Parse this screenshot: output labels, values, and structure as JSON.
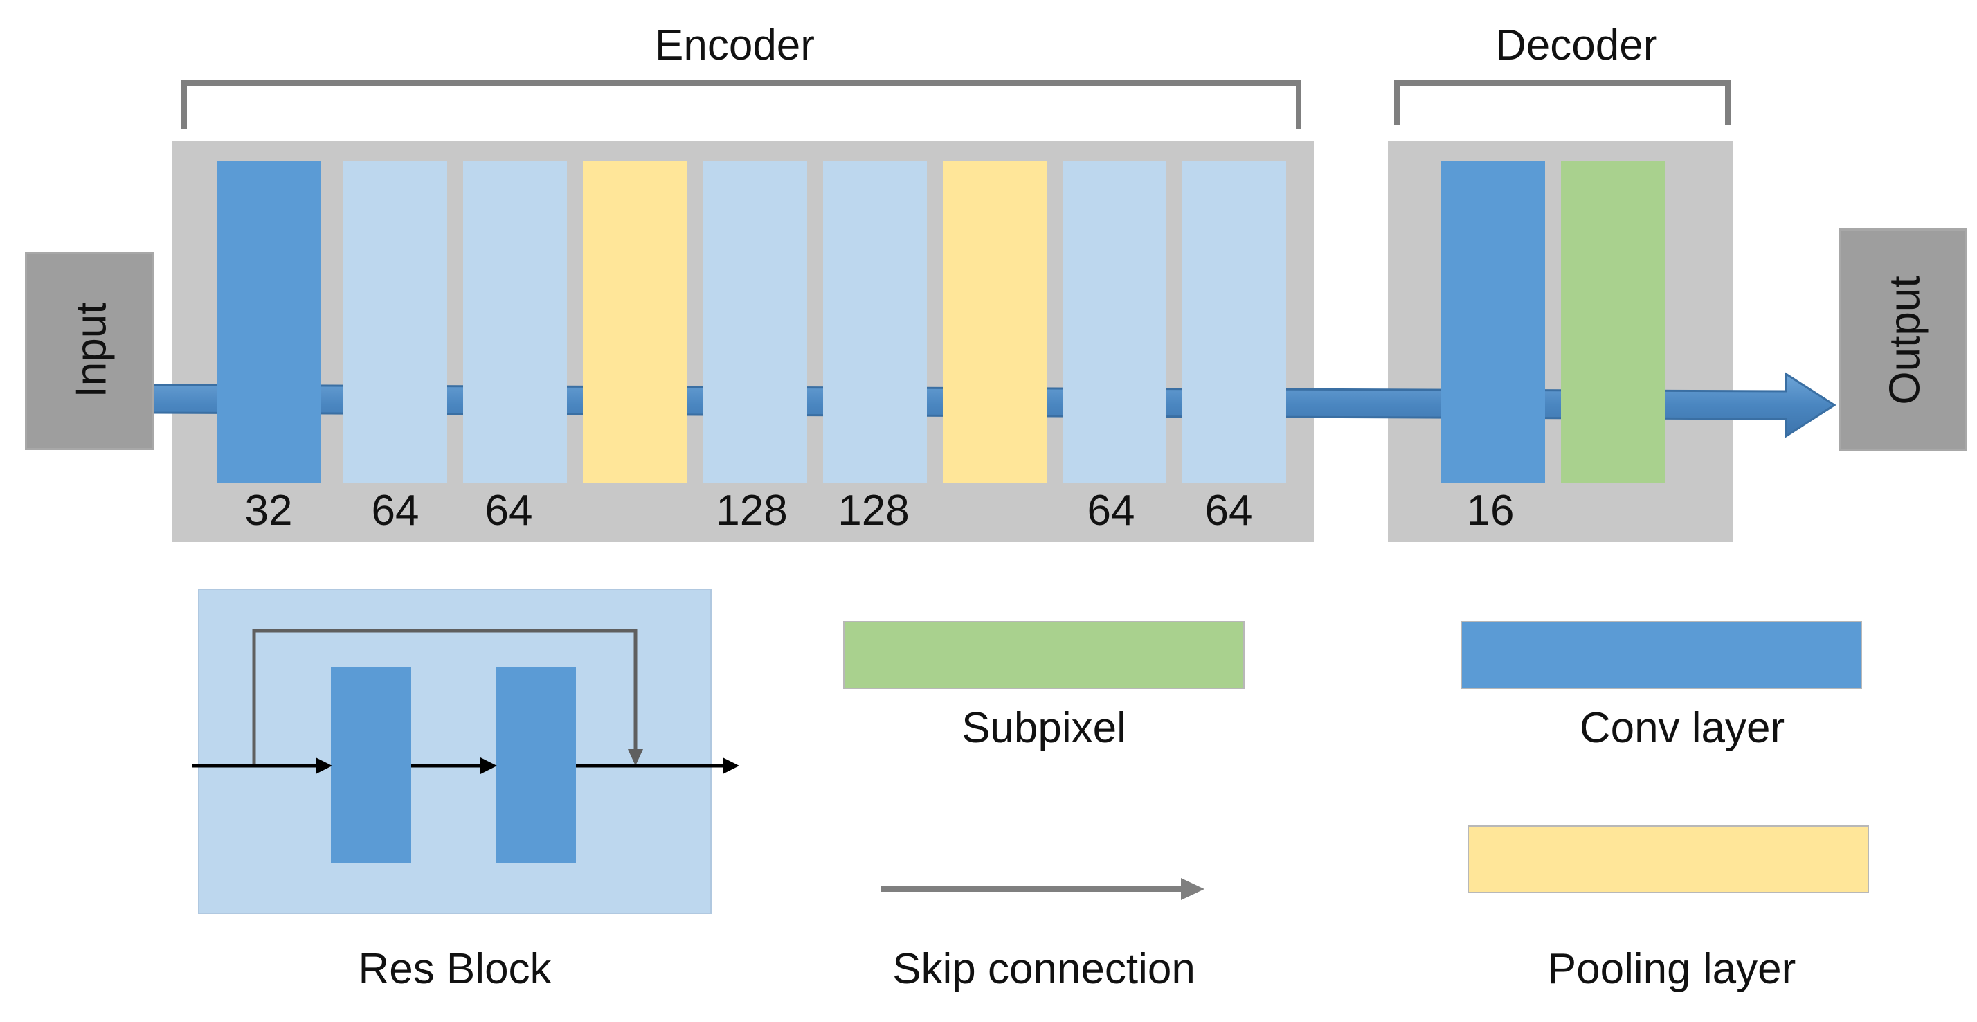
{
  "diagram": {
    "encoder_title": "Encoder",
    "decoder_title": "Decoder",
    "input_label": "Input",
    "output_label": "Output",
    "encoder_layers": [
      {
        "type": "conv",
        "channels": "32"
      },
      {
        "type": "res",
        "channels": "64"
      },
      {
        "type": "res",
        "channels": "64"
      },
      {
        "type": "pool",
        "channels": ""
      },
      {
        "type": "res",
        "channels": "128"
      },
      {
        "type": "res",
        "channels": "128"
      },
      {
        "type": "pool",
        "channels": ""
      },
      {
        "type": "res",
        "channels": "64"
      },
      {
        "type": "res",
        "channels": "64"
      }
    ],
    "decoder_layers": [
      {
        "type": "conv",
        "channels": "16"
      },
      {
        "type": "subpixel",
        "channels": ""
      }
    ]
  },
  "legend": {
    "res_block": "Res Block",
    "subpixel": "Subpixel",
    "conv_layer": "Conv layer",
    "skip_connection": "Skip connection",
    "pooling_layer": "Pooling layer"
  },
  "colors": {
    "conv": "#5b9bd5",
    "res_block": "#bdd7ee",
    "pooling": "#ffe699",
    "subpixel": "#a9d18e",
    "panel": "#c8c8c8",
    "io_box": "#9e9e9e",
    "bracket": "#7f7f7f",
    "flow_arrow": "#4a86c0"
  }
}
